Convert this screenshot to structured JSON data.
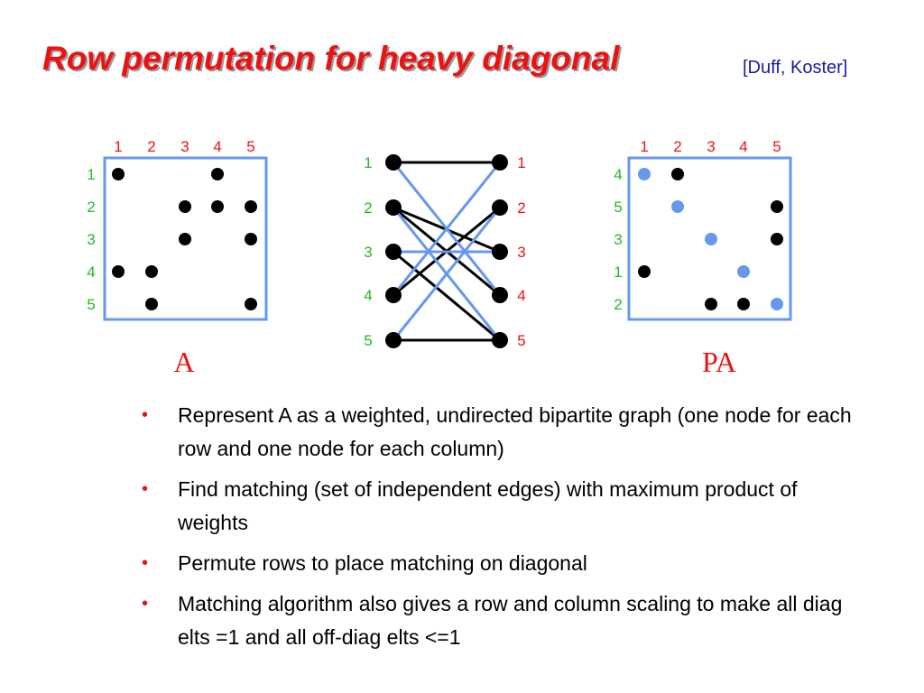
{
  "title": "Row permutation for heavy diagonal",
  "citation": "[Duff, Koster]",
  "colors": {
    "title": "#ee1111",
    "citation": "#1a1aa0",
    "index_col": "#ee1111",
    "index_row": "#22bb22",
    "frame": "#6699ee",
    "dot": "#000000",
    "highlight": "#6699ee",
    "bullet": "#ee1111"
  },
  "matrix_a": {
    "label": "A",
    "col_labels": [
      "1",
      "2",
      "3",
      "4",
      "5"
    ],
    "row_labels": [
      "1",
      "2",
      "3",
      "4",
      "5"
    ],
    "entries": [
      [
        1,
        1
      ],
      [
        1,
        4
      ],
      [
        2,
        3
      ],
      [
        2,
        4
      ],
      [
        2,
        5
      ],
      [
        3,
        3
      ],
      [
        3,
        5
      ],
      [
        4,
        1
      ],
      [
        4,
        2
      ],
      [
        5,
        2
      ],
      [
        5,
        5
      ]
    ]
  },
  "bipartite": {
    "left_labels": [
      "1",
      "2",
      "3",
      "4",
      "5"
    ],
    "right_labels": [
      "1",
      "2",
      "3",
      "4",
      "5"
    ],
    "edges": [
      [
        1,
        1
      ],
      [
        1,
        4
      ],
      [
        2,
        3
      ],
      [
        2,
        4
      ],
      [
        2,
        5
      ],
      [
        3,
        3
      ],
      [
        3,
        5
      ],
      [
        4,
        1
      ],
      [
        4,
        2
      ],
      [
        5,
        2
      ],
      [
        5,
        5
      ]
    ],
    "matching": [
      [
        1,
        4
      ],
      [
        2,
        5
      ],
      [
        3,
        3
      ],
      [
        4,
        1
      ],
      [
        5,
        2
      ]
    ]
  },
  "matrix_pa": {
    "label": "PA",
    "col_labels": [
      "1",
      "2",
      "3",
      "4",
      "5"
    ],
    "row_labels": [
      "4",
      "5",
      "3",
      "1",
      "2"
    ],
    "entries": [
      [
        1,
        1
      ],
      [
        1,
        2
      ],
      [
        2,
        2
      ],
      [
        2,
        5
      ],
      [
        3,
        3
      ],
      [
        3,
        5
      ],
      [
        4,
        1
      ],
      [
        4,
        4
      ],
      [
        5,
        3
      ],
      [
        5,
        4
      ],
      [
        5,
        5
      ]
    ],
    "highlighted": [
      [
        1,
        1
      ],
      [
        2,
        2
      ],
      [
        3,
        3
      ],
      [
        4,
        4
      ],
      [
        5,
        5
      ]
    ]
  },
  "bullets": [
    "Represent A as a weighted, undirected bipartite graph (one node for each row and one node for each column)",
    "Find matching (set of independent edges) with maximum product of weights",
    "Permute rows to place matching on diagonal",
    "Matching algorithm also gives a row and column scaling to make all diag elts =1 and all off-diag elts <=1"
  ],
  "bullet_marker": "•"
}
